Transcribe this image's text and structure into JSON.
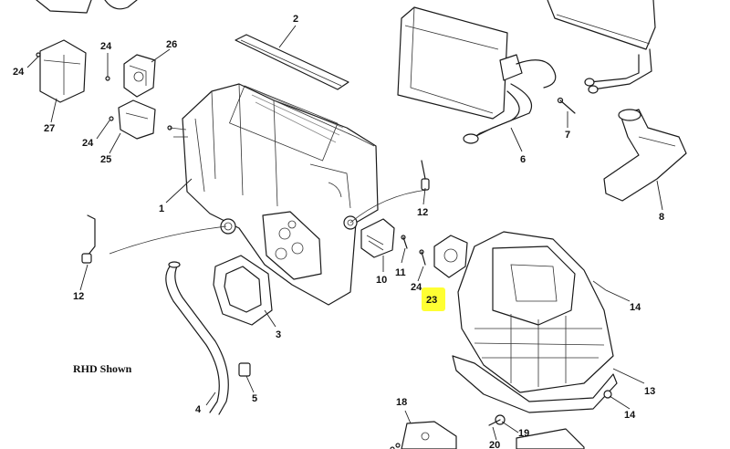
{
  "note": "RHD Shown",
  "highlight_color": "#ffff33",
  "callouts": [
    {
      "id": "c2",
      "label": "2"
    },
    {
      "id": "c24a",
      "label": "24"
    },
    {
      "id": "c26",
      "label": "26"
    },
    {
      "id": "c24b",
      "label": "24"
    },
    {
      "id": "c27",
      "label": "27"
    },
    {
      "id": "c24c",
      "label": "24"
    },
    {
      "id": "c25",
      "label": "25"
    },
    {
      "id": "c1",
      "label": "1"
    },
    {
      "id": "c6",
      "label": "6"
    },
    {
      "id": "c7",
      "label": "7"
    },
    {
      "id": "c8",
      "label": "8"
    },
    {
      "id": "c12a",
      "label": "12"
    },
    {
      "id": "c12b",
      "label": "12"
    },
    {
      "id": "c11",
      "label": "11"
    },
    {
      "id": "c10",
      "label": "10"
    },
    {
      "id": "c24d",
      "label": "24"
    },
    {
      "id": "c23",
      "label": "23"
    },
    {
      "id": "c14a",
      "label": "14"
    },
    {
      "id": "c3",
      "label": "3"
    },
    {
      "id": "c13",
      "label": "13"
    },
    {
      "id": "c14b",
      "label": "14"
    },
    {
      "id": "c4",
      "label": "4"
    },
    {
      "id": "c5",
      "label": "5"
    },
    {
      "id": "c18",
      "label": "18"
    },
    {
      "id": "c19",
      "label": "19"
    },
    {
      "id": "c20",
      "label": "20"
    }
  ]
}
